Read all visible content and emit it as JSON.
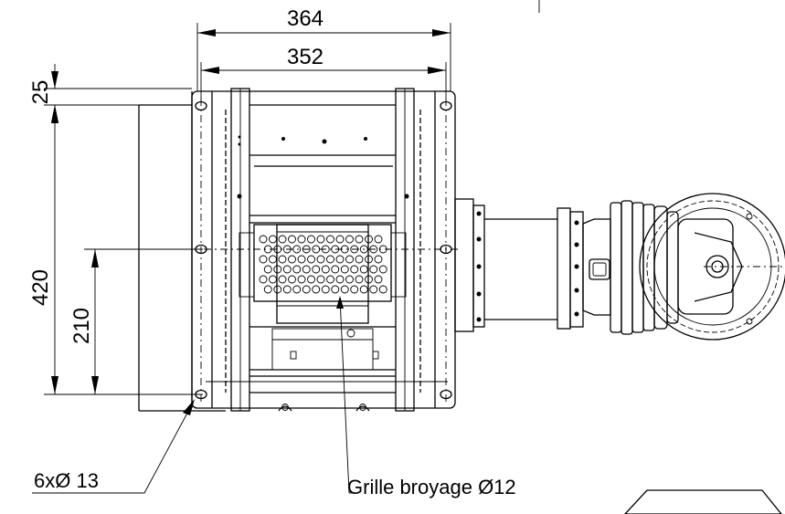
{
  "dimensions": {
    "overall_width": "364",
    "hole_spacing_width": "352",
    "top_offset": "25",
    "overall_height": "420",
    "half_height": "210"
  },
  "callouts": {
    "holes": "6xØ 13",
    "grille": "Grille broyage Ø12"
  },
  "colors": {
    "line": "#000000",
    "background": "#ffffff"
  }
}
